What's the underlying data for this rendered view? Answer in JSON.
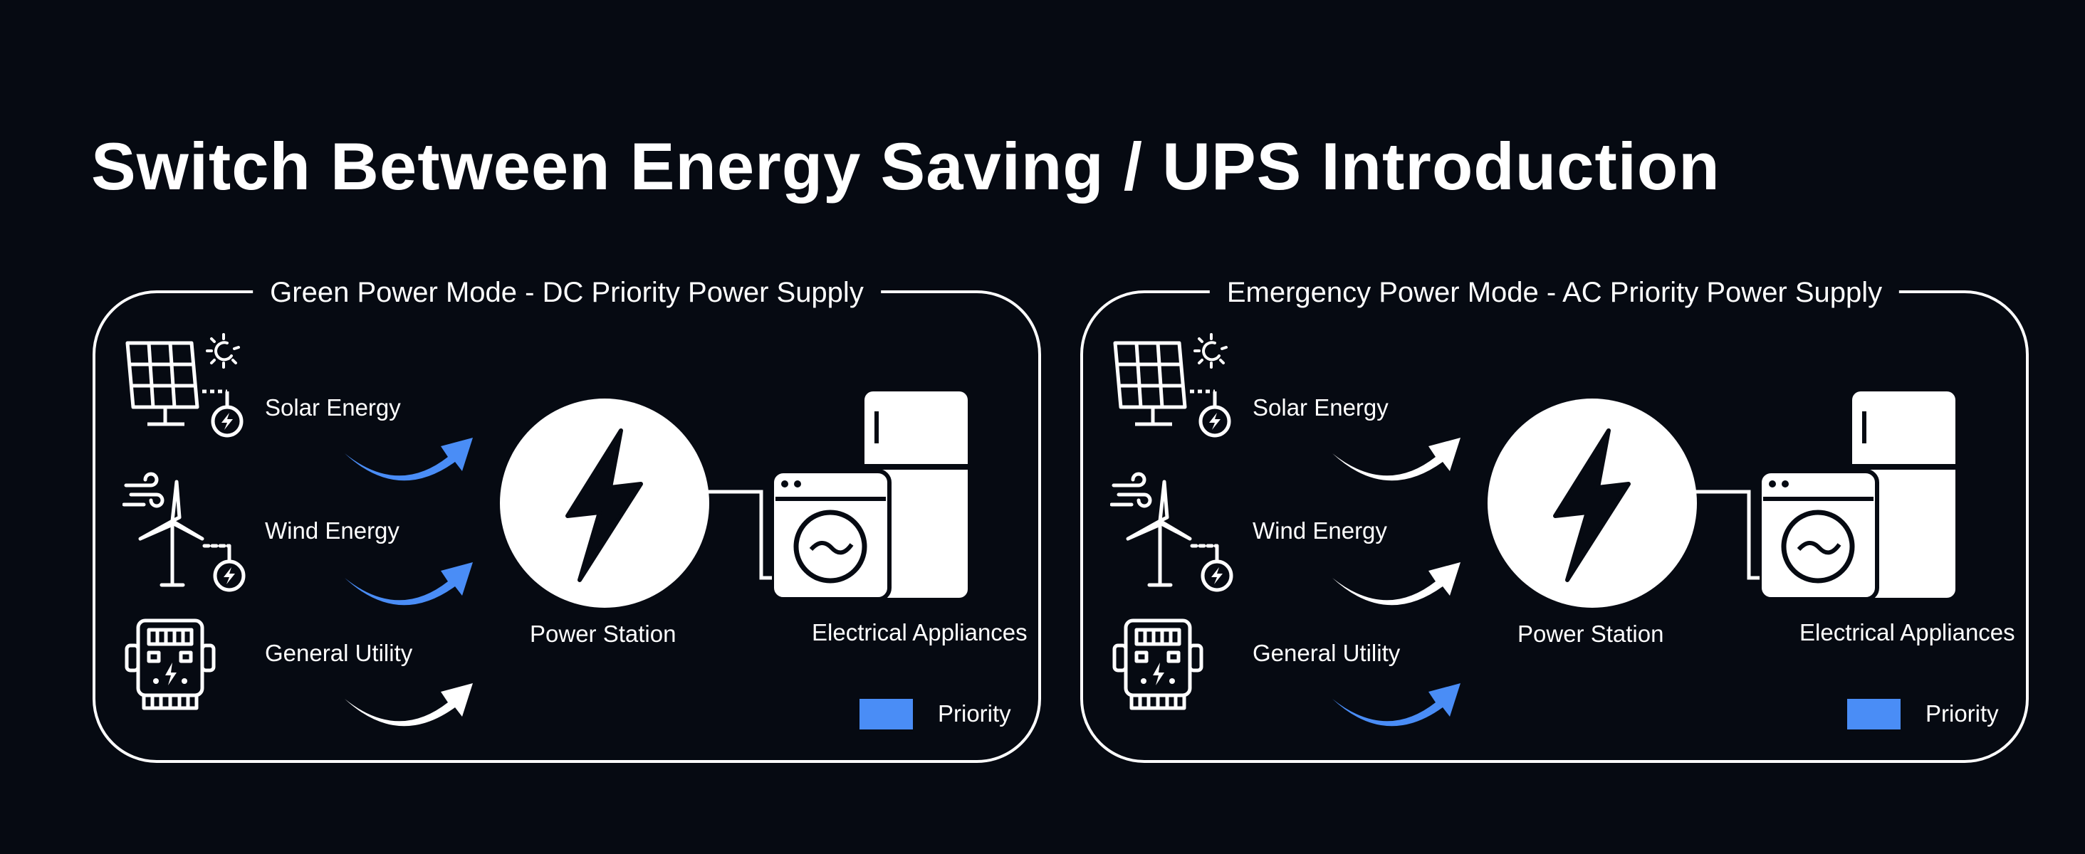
{
  "title": "Switch Between Energy Saving / UPS Introduction",
  "colors": {
    "priority": "#4a8df6",
    "normal": "#ffffff",
    "background": "#060a12"
  },
  "panels": [
    {
      "title": "Green Power Mode - DC Priority Power Supply",
      "sources": [
        {
          "label": "Solar Energy",
          "icon": "solar-panel-icon",
          "priority": true
        },
        {
          "label": "Wind Energy",
          "icon": "wind-turbine-icon",
          "priority": true
        },
        {
          "label": "General Utility",
          "icon": "electric-meter-icon",
          "priority": false
        }
      ],
      "center_label": "Power Station",
      "target_label": "Electrical Appliances",
      "legend_label": "Priority"
    },
    {
      "title": "Emergency Power Mode - AC Priority Power Supply",
      "sources": [
        {
          "label": "Solar Energy",
          "icon": "solar-panel-icon",
          "priority": false
        },
        {
          "label": "Wind Energy",
          "icon": "wind-turbine-icon",
          "priority": false
        },
        {
          "label": "General Utility",
          "icon": "electric-meter-icon",
          "priority": true
        }
      ],
      "center_label": "Power Station",
      "target_label": "Electrical Appliances",
      "legend_label": "Priority"
    }
  ]
}
